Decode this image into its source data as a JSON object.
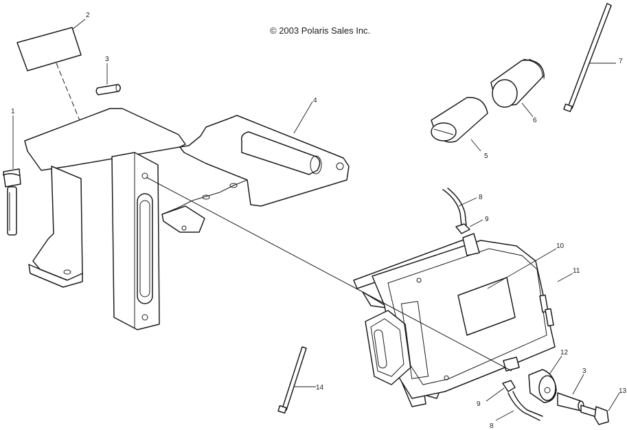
{
  "copyright": "© 2003 Polaris Sales Inc.",
  "callouts": {
    "c1": "1",
    "c2": "2",
    "c3a": "3",
    "c3b": "3",
    "c4": "4",
    "c5": "5",
    "c6": "6",
    "c7": "7",
    "c8a": "8",
    "c8b": "8",
    "c9a": "9",
    "c9b": "9",
    "c10": "10",
    "c11": "11",
    "c12": "12",
    "c13": "13",
    "c14": "14"
  }
}
